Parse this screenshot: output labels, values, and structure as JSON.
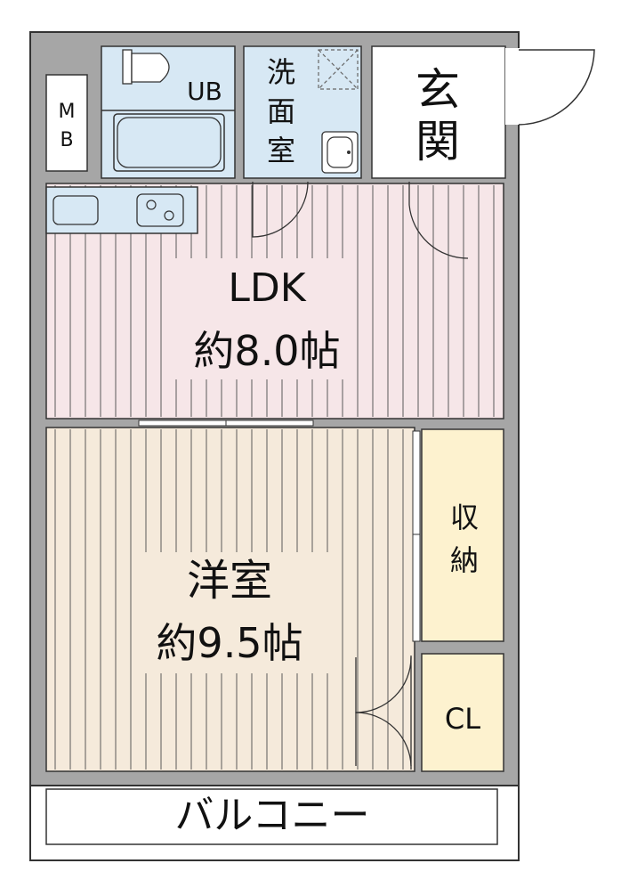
{
  "rooms": {
    "mb": {
      "line1": "M",
      "line2": "B"
    },
    "ub": {
      "label": "UB"
    },
    "washroom": {
      "chars": [
        "洗",
        "面",
        "室"
      ]
    },
    "entrance": {
      "chars": [
        "玄",
        "関"
      ]
    },
    "ldk": {
      "name": "LDK",
      "size": "約8.0帖"
    },
    "western_room": {
      "name": "洋室",
      "size": "約9.5帖"
    },
    "storage": {
      "chars": [
        "収",
        "納"
      ]
    },
    "closet": {
      "label": "CL"
    },
    "balcony": {
      "label": "バルコニー"
    }
  },
  "colors": {
    "wall": "#a6a6a6",
    "wall_edge": "#333333",
    "wet_area": "#d7e8f4",
    "ldk_floor": "#f6e6e8",
    "western_floor": "#f5eadb",
    "storage_floor": "#fdf2cf",
    "stripe": "#5a5a5a"
  }
}
